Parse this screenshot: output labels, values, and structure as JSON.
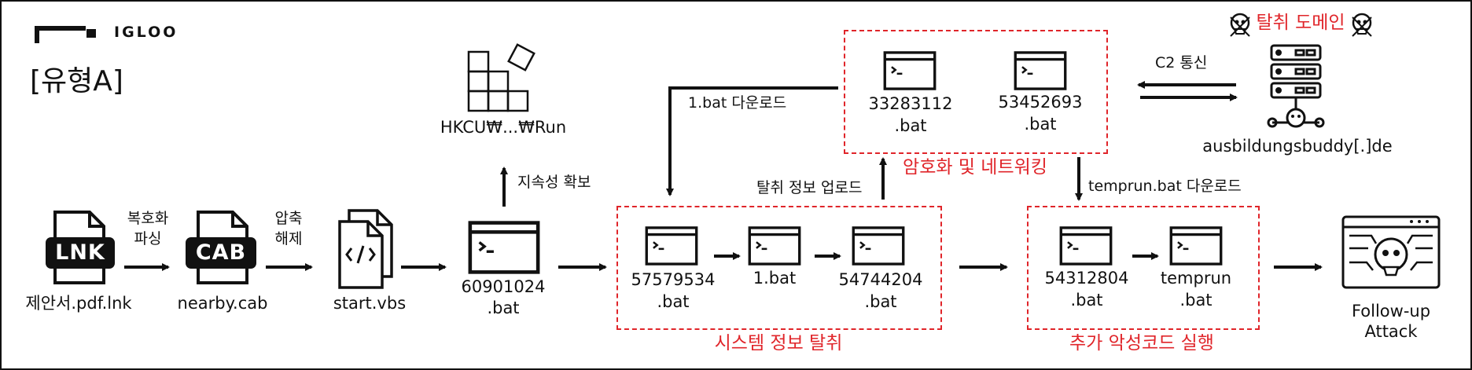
{
  "brand": {
    "name": "IGLOO"
  },
  "title": "[유형A]",
  "nodes": {
    "lnk": {
      "badge": "LNK",
      "label": "제안서.pdf.lnk"
    },
    "cab": {
      "badge": "CAB",
      "label": "nearby.cab"
    },
    "vbs": {
      "label": "start.vbs"
    },
    "bat60901024": {
      "line1": "60901024",
      "line2": ".bat"
    },
    "registry": {
      "label": "HKCU₩...₩Run"
    },
    "bat57579534": {
      "line1": "57579534",
      "line2": ".bat"
    },
    "bat1": {
      "label": "1.bat"
    },
    "bat54744204": {
      "line1": "54744204",
      "line2": ".bat"
    },
    "bat33283112": {
      "line1": "33283112",
      "line2": ".bat"
    },
    "bat53452693": {
      "line1": "53452693",
      "line2": ".bat"
    },
    "c2server": {
      "label": "ausbildungsbuddy[.]de"
    },
    "bat54312804": {
      "line1": "54312804",
      "line2": ".bat"
    },
    "temprun": {
      "line1": "temprun",
      "line2": ".bat"
    },
    "followup": {
      "line1": "Follow-up",
      "line2": "Attack"
    }
  },
  "edges": {
    "decode": {
      "line1": "복호화",
      "line2": "파싱"
    },
    "extract": {
      "line1": "압축",
      "line2": "해제"
    },
    "persistence": "지속성 확보",
    "download_1bat": "1.bat 다운로드",
    "upload": "탈취 정보 업로드",
    "c2": "C2 통신",
    "download_temprun": "temprun.bat 다운로드"
  },
  "groups": {
    "system_info": "시스템 정보 탈취",
    "crypto_network": "암호화 및 네트워킹",
    "additional_malware": "추가 악성코드 실행",
    "exfil_domain": "탈취 도메인"
  },
  "colors": {
    "accent_red": "#e0252a",
    "ink": "#111111"
  }
}
